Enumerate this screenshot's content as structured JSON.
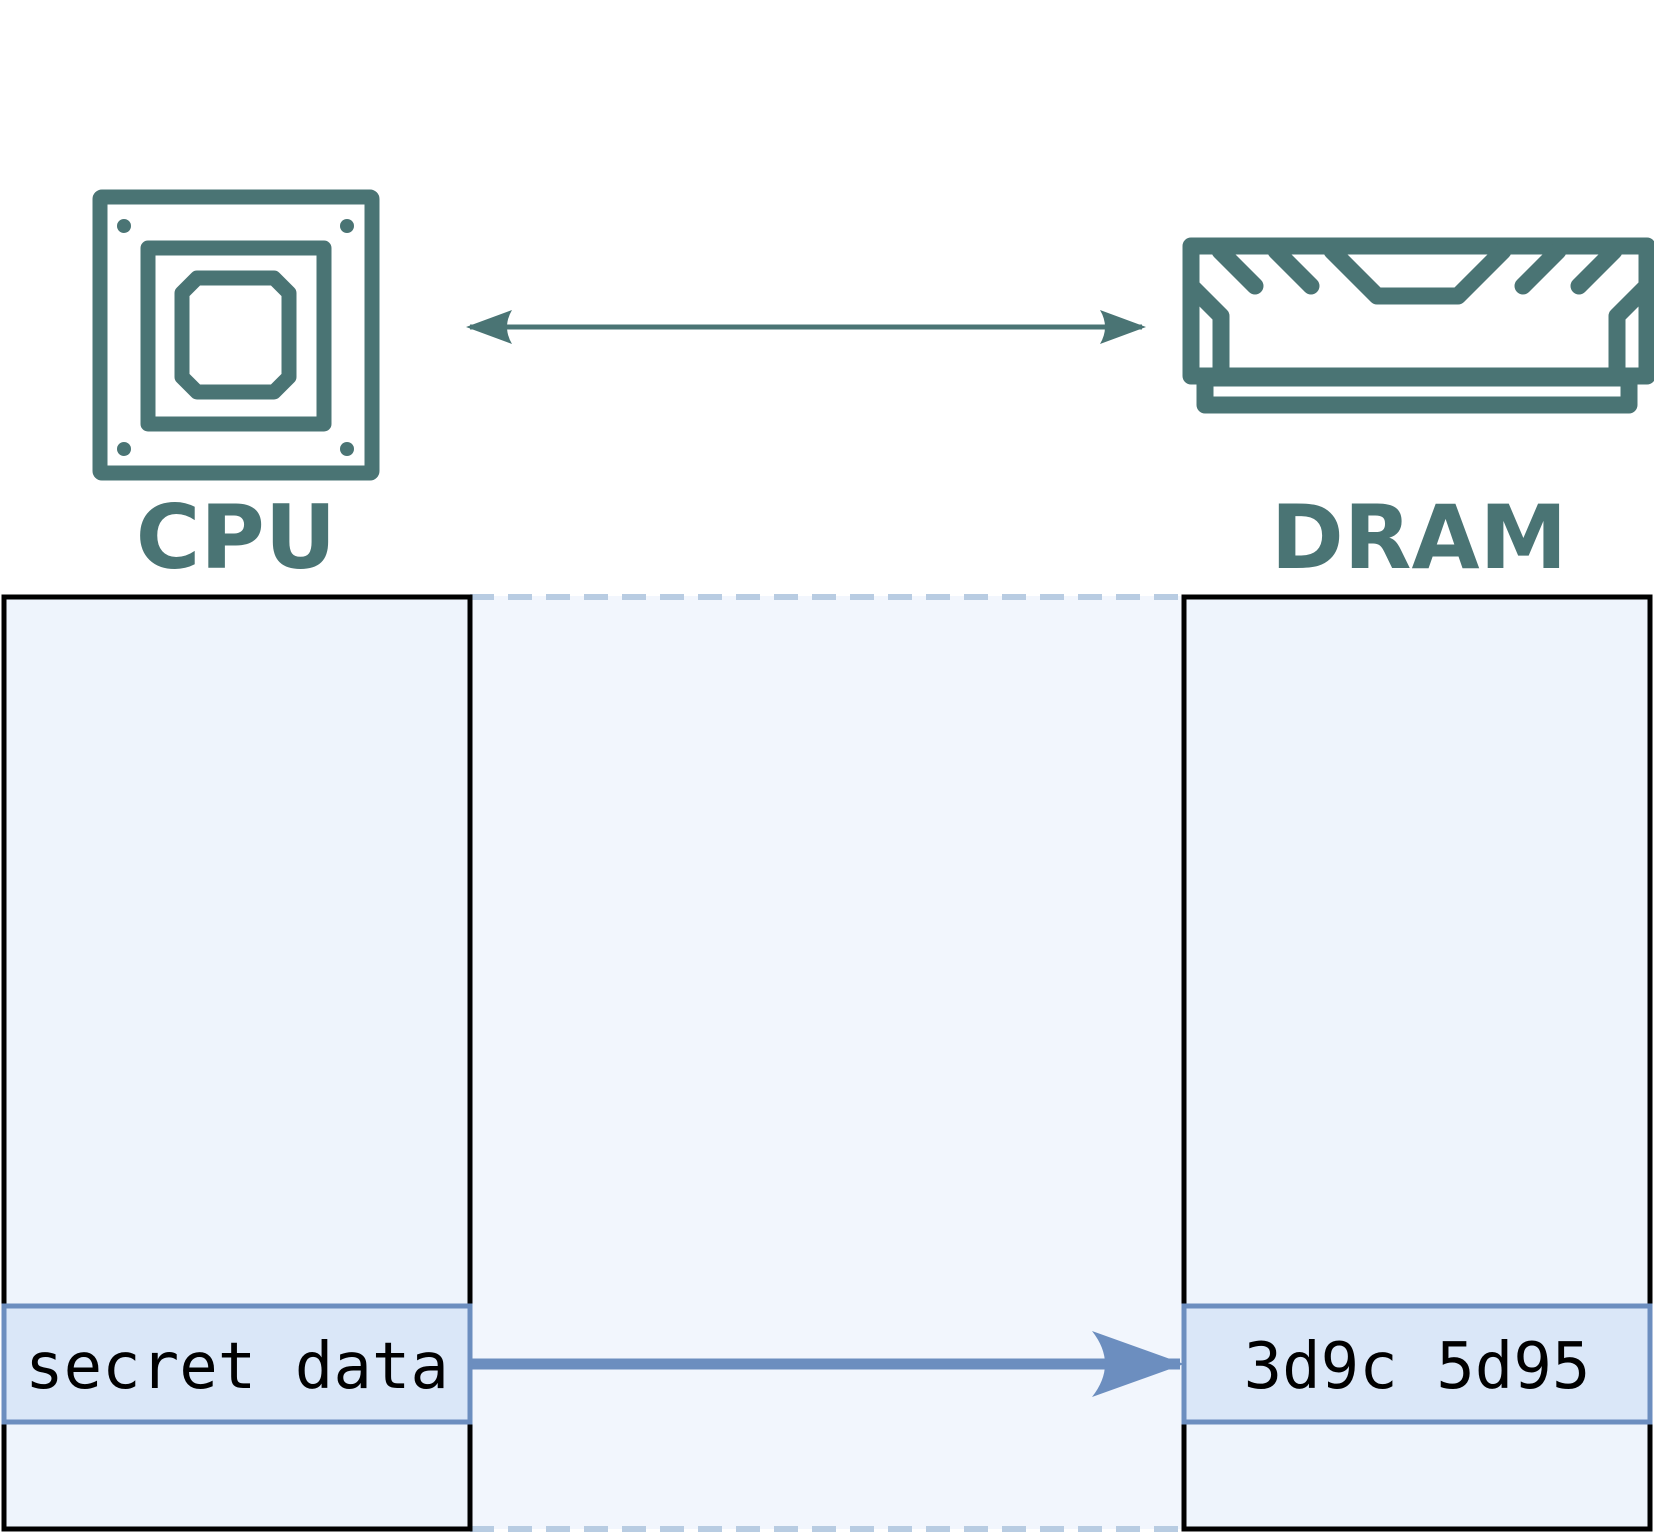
{
  "colors": {
    "icon": "#4a7474",
    "region_fill": "#eef4fc",
    "channel_fill": "#f2f6fd",
    "channel_dash": "#b8cce2",
    "cell_fill": "#dae7f8",
    "cell_stroke": "#6c8ebf",
    "frame_stroke": "#000000",
    "text": "#000000"
  },
  "icons": {
    "cpu": "cpu-chip-icon",
    "dram": "ram-module-icon"
  },
  "cpu": {
    "label": "CPU",
    "cell_text": "secret data"
  },
  "dram": {
    "label": "DRAM",
    "cell_text": "3d9c 5d95"
  }
}
